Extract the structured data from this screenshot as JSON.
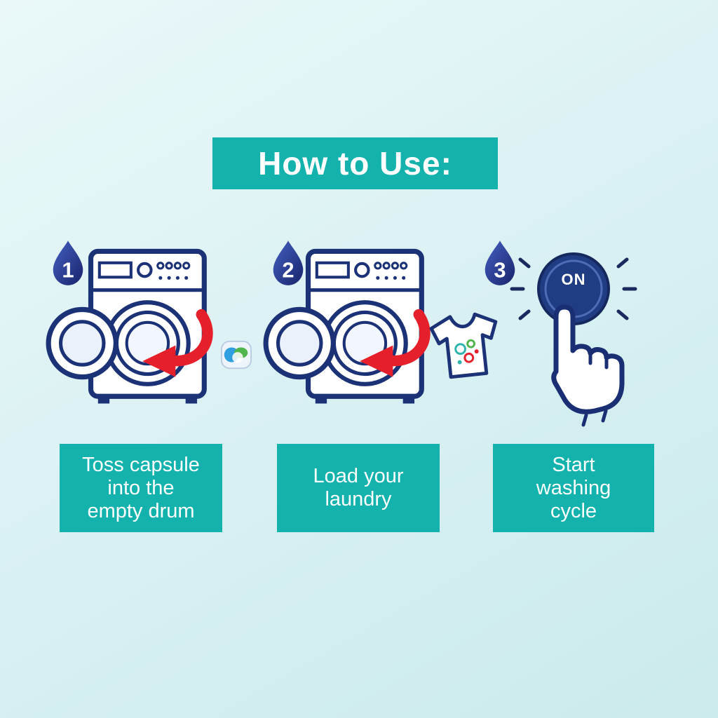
{
  "page": {
    "title": "How to Use:"
  },
  "colors": {
    "teal": "#13b2ad",
    "navy_outline": "#1c3277",
    "drop_navy": "#2c448f",
    "arrow_red": "#e5202b",
    "button_navy": "#203d84",
    "background": "#daf0f2"
  },
  "steps": [
    {
      "number": "1",
      "icon": "washing-machine-capsule",
      "caption_lines": [
        "Toss capsule",
        "into the",
        "empty drum"
      ]
    },
    {
      "number": "2",
      "icon": "washing-machine-laundry",
      "caption_lines": [
        "Load your",
        "laundry"
      ]
    },
    {
      "number": "3",
      "icon": "power-button-press",
      "caption_lines": [
        "Start",
        "washing",
        "cycle"
      ]
    }
  ],
  "power_button": {
    "label": "ON"
  }
}
